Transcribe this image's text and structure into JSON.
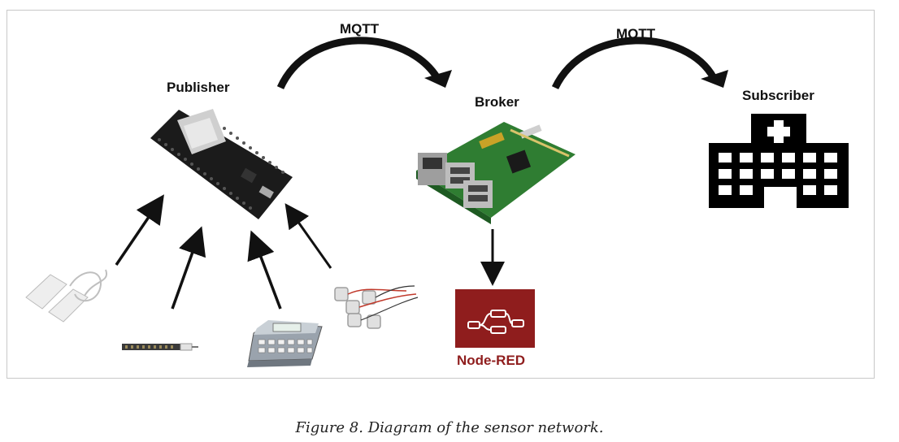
{
  "labels": {
    "mqtt_left": "MQTT",
    "mqtt_right": "MQTT",
    "publisher": "Publisher",
    "broker": "Broker",
    "subscriber": "Subscriber",
    "node_red": "Node-RED"
  },
  "caption": "Figure 8. Diagram of the sensor network.",
  "colors": {
    "board": "#1b1b1b",
    "pcb_green": "#2f7d32",
    "node_red": "#8f1d1d",
    "arrow": "#111111"
  },
  "icons": [
    "esp32-board-icon",
    "raspberry-pi-icon",
    "hospital-icon",
    "node-red-icon",
    "door-sensor-icon",
    "soil-probe-icon",
    "keypad-device-icon",
    "load-cell-icon"
  ]
}
